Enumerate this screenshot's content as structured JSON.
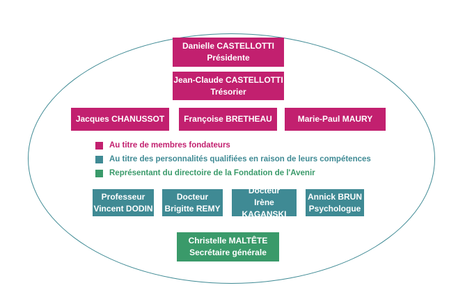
{
  "board": {
    "president": {
      "name": "Danielle CASTELLOTTI",
      "role": "Présidente"
    },
    "treasurer": {
      "name": "Jean-Claude CASTELLOTTI",
      "role": "Trésorier"
    },
    "members": [
      "Jacques CHANUSSOT",
      "Françoise BRETHEAU",
      "Marie-Paul MAURY"
    ]
  },
  "legend": [
    {
      "label": "Au titre de membres fondateurs",
      "color": "#c2206f"
    },
    {
      "label": "Au titre des personnalités qualifiées en raison de leurs compétences",
      "color": "#3f8a94"
    },
    {
      "label": "Représentant du directoire de la Fondation de l'Avenir",
      "color": "#3a9a6a"
    }
  ],
  "experts": [
    {
      "line1": "Professeur",
      "line2": "Vincent DODIN"
    },
    {
      "line1": "Docteur",
      "line2": "Brigitte REMY"
    },
    {
      "line1": "Docteur",
      "line2": "Irène KAGANSKI"
    },
    {
      "line1": "Annick BRUN",
      "line2": "Psychologue"
    }
  ],
  "secretary": {
    "name": "Christelle MALTÊTE",
    "role": "Secrétaire générale"
  },
  "colors": {
    "founders": "#c2206f",
    "qualified": "#3f8a94",
    "directorate": "#3a9a6a",
    "outline": "#3f8a94"
  }
}
